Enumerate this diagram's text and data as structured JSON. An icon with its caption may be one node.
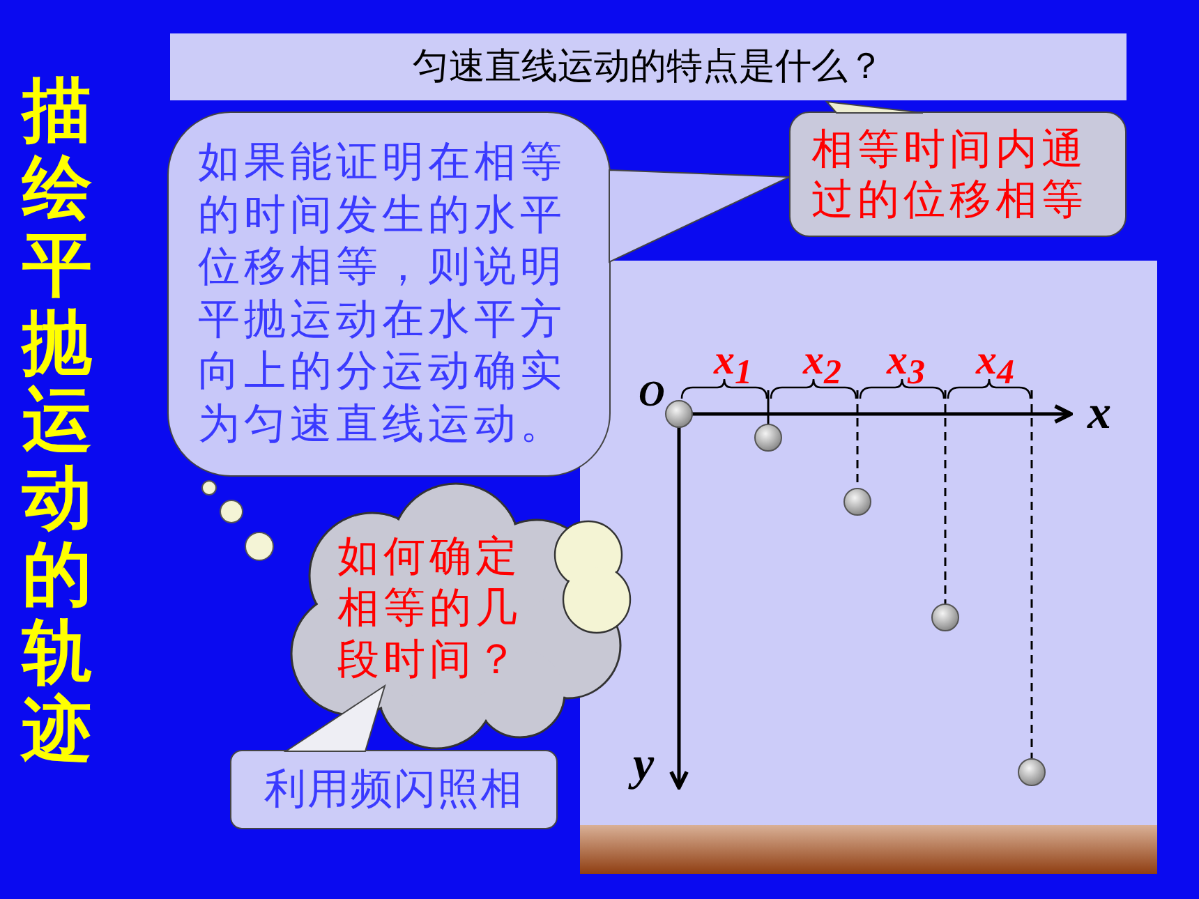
{
  "diagram": {
    "title": "描绘平抛运动的轨迹",
    "nodes": [
      {
        "text": [
          "匀速直线运动的特点是什么？"
        ]
      },
      {
        "text": [
          "相等时间内通过的位移相等"
        ]
      },
      {
        "text": [
          "如果能证明在相等的时间发生的水平位移相等，则说明平抛运动在水平方向上的分运动确实为匀速直线运动。"
        ]
      },
      {
        "text": [
          "如何确定相等的几段时间？"
        ]
      },
      {
        "text": [
          "利用频闪照相"
        ]
      }
    ],
    "labels": [
      "x$_{1}$",
      "x$_{2}$",
      "x$_{3}$",
      "x$_{4}$",
      "O",
      "x",
      "y"
    ]
  }
}
